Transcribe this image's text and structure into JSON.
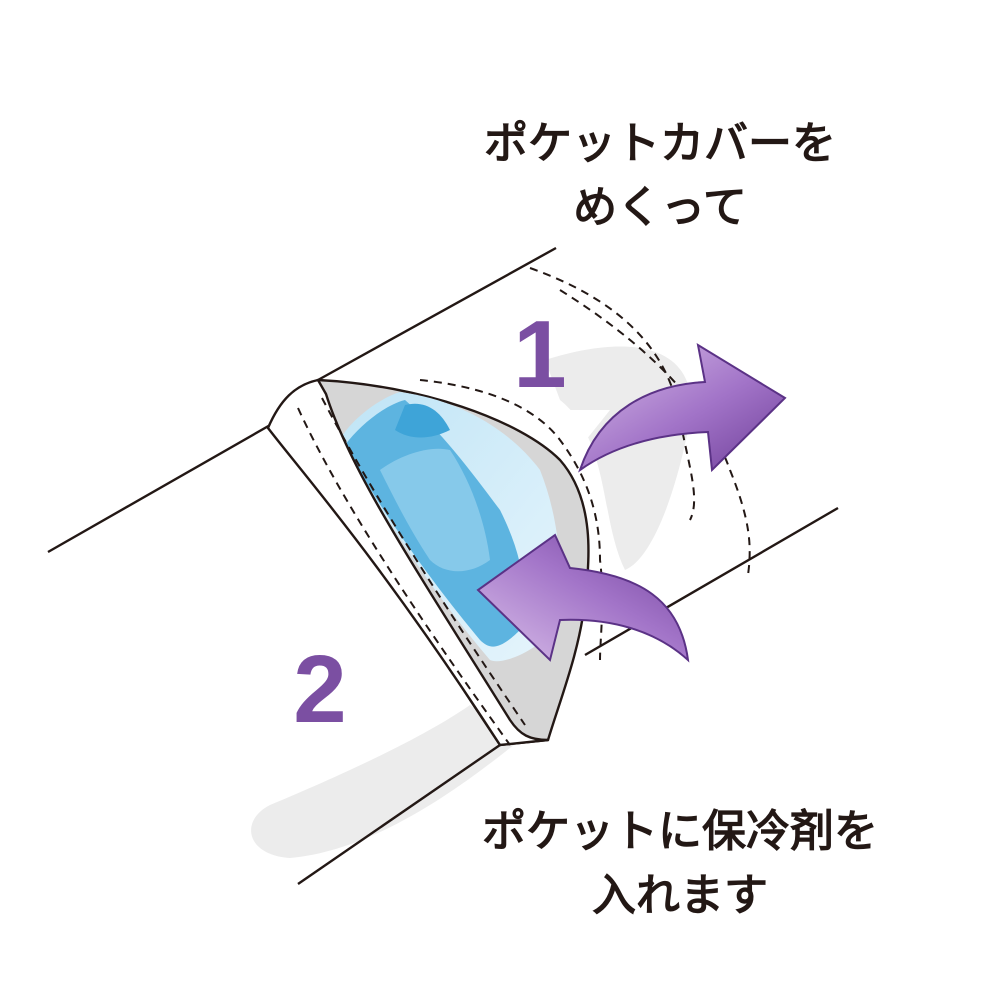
{
  "caption_top": {
    "line1": "ポケットカバーを",
    "line2": "めくって"
  },
  "caption_bottom": {
    "line1": "ポケットに保冷剤を",
    "line2": "入れます"
  },
  "steps": {
    "first": "1",
    "second": "2"
  },
  "colors": {
    "accent_purple": "#7b4fa2",
    "arrow_light": "#c6a2dc",
    "ice_pack_blue": "#5db4e0",
    "ice_pack_light": "#bfe4f6",
    "cover_gray": "#d6d6d6",
    "shadow_gray": "#ececec",
    "line": "#231815",
    "text": "#231815"
  }
}
